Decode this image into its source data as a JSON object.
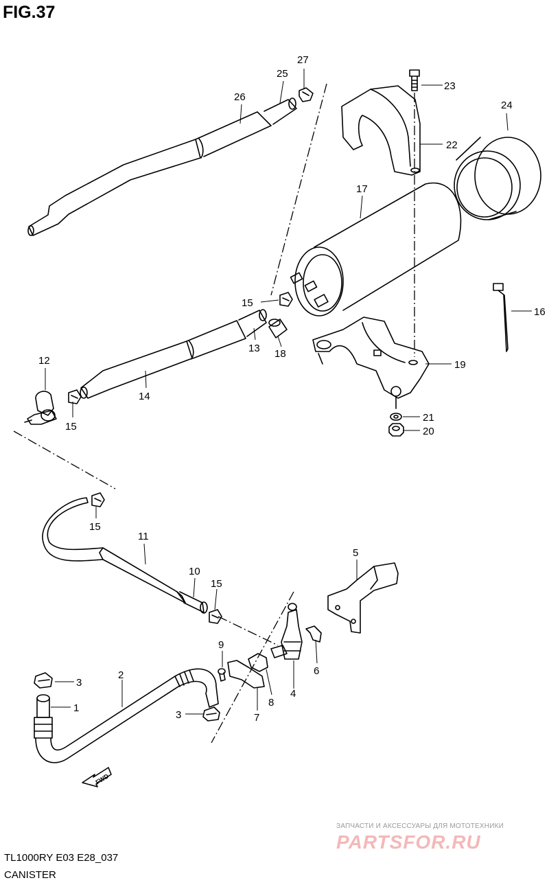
{
  "figure": {
    "title": "FIG.37"
  },
  "footer": {
    "model_code": "TL1000RY E03 E28_037",
    "section_name": "CANISTER"
  },
  "watermark": {
    "tagline": "ЗАПЧАСТИ И АКСЕССУАРЫ ДЛЯ МОТОТЕХНИКИ",
    "logo_text": "PARTSFOR.RU"
  },
  "fwd_badge": {
    "text": "FWD"
  },
  "parts": {
    "p1": "1",
    "p2": "2",
    "p3a": "3",
    "p3b": "3",
    "p4": "4",
    "p5": "5",
    "p6": "6",
    "p7": "7",
    "p8": "8",
    "p9": "9",
    "p10": "10",
    "p11": "11",
    "p12": "12",
    "p13": "13",
    "p14": "14",
    "p15a": "15",
    "p15b": "15",
    "p15c": "15",
    "p15d": "15",
    "p16": "16",
    "p17": "17",
    "p18": "18",
    "p19": "19",
    "p20": "20",
    "p21": "21",
    "p22": "22",
    "p23": "23",
    "p24": "24",
    "p25": "25",
    "p26": "26",
    "p27": "27"
  },
  "colors": {
    "line": "#000000",
    "watermark_logo": "#f4b8b8",
    "watermark_text": "#9a9a9a"
  }
}
